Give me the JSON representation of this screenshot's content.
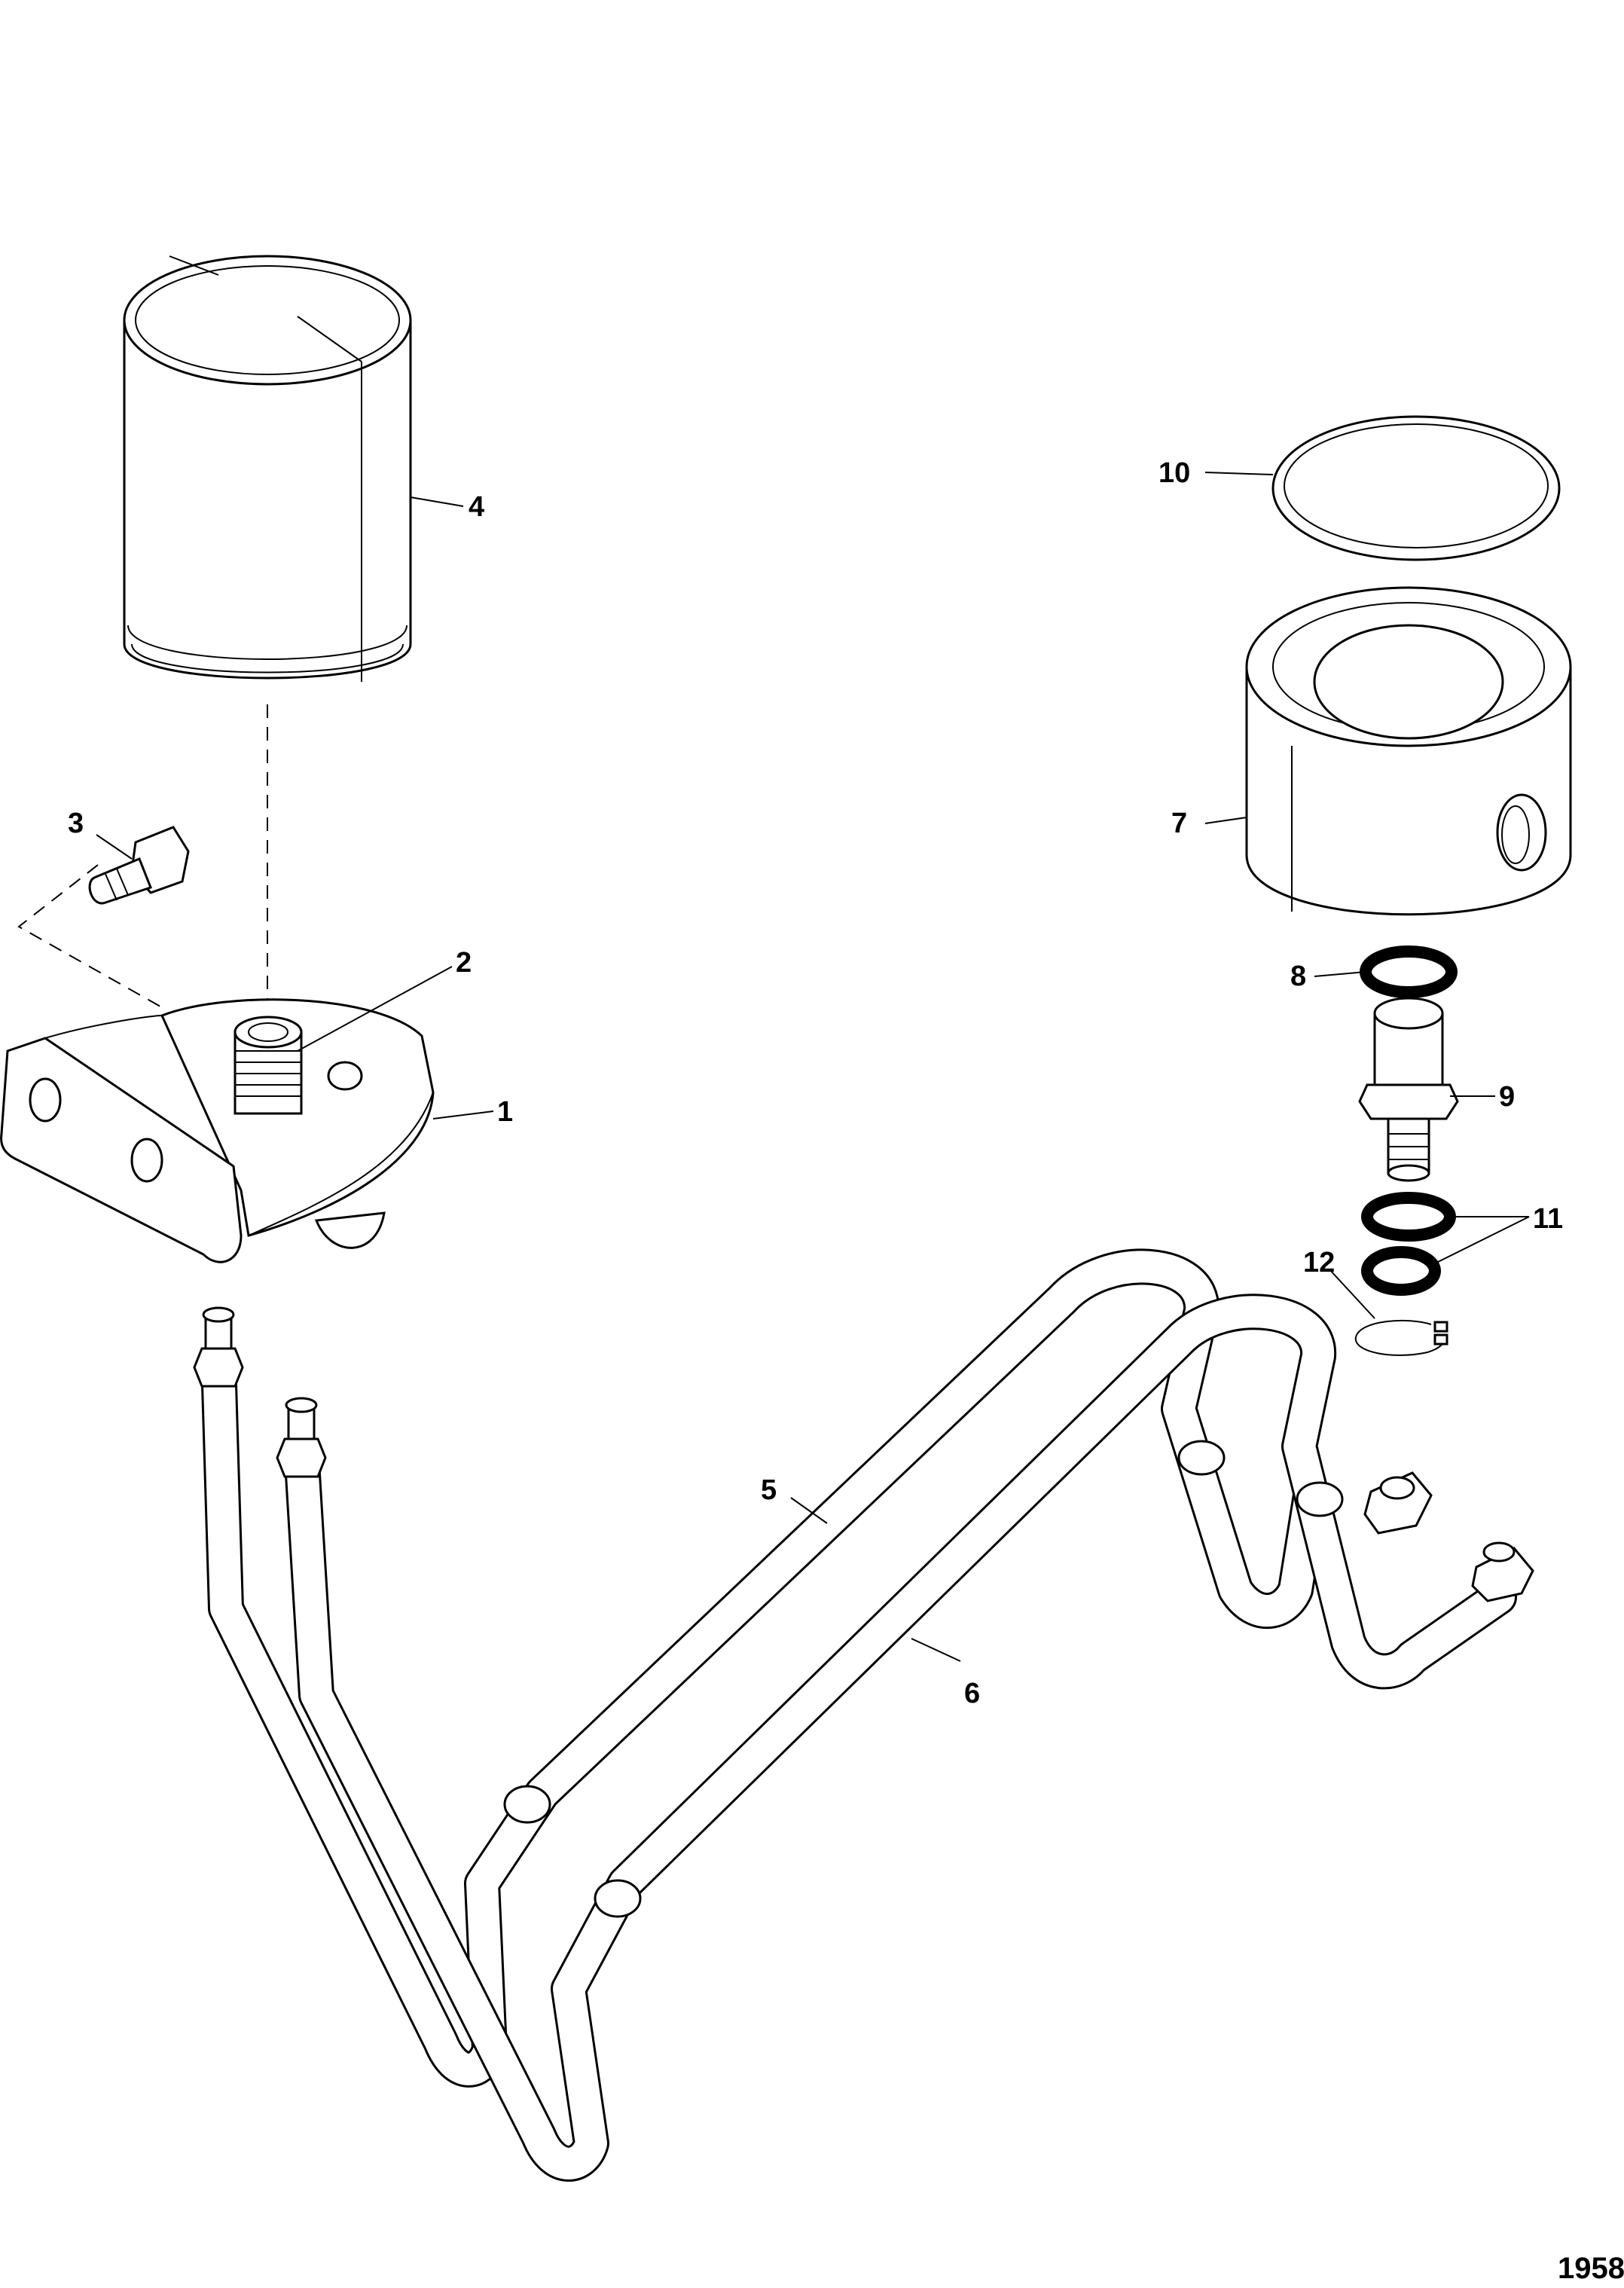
{
  "callouts": {
    "c1": "1",
    "c2": "2",
    "c3": "3",
    "c4": "4",
    "c5": "5",
    "c6": "6",
    "c7": "7",
    "c8": "8",
    "c9": "9",
    "c10": "10",
    "c11": "11",
    "c12": "12"
  },
  "figure_number": "1958"
}
